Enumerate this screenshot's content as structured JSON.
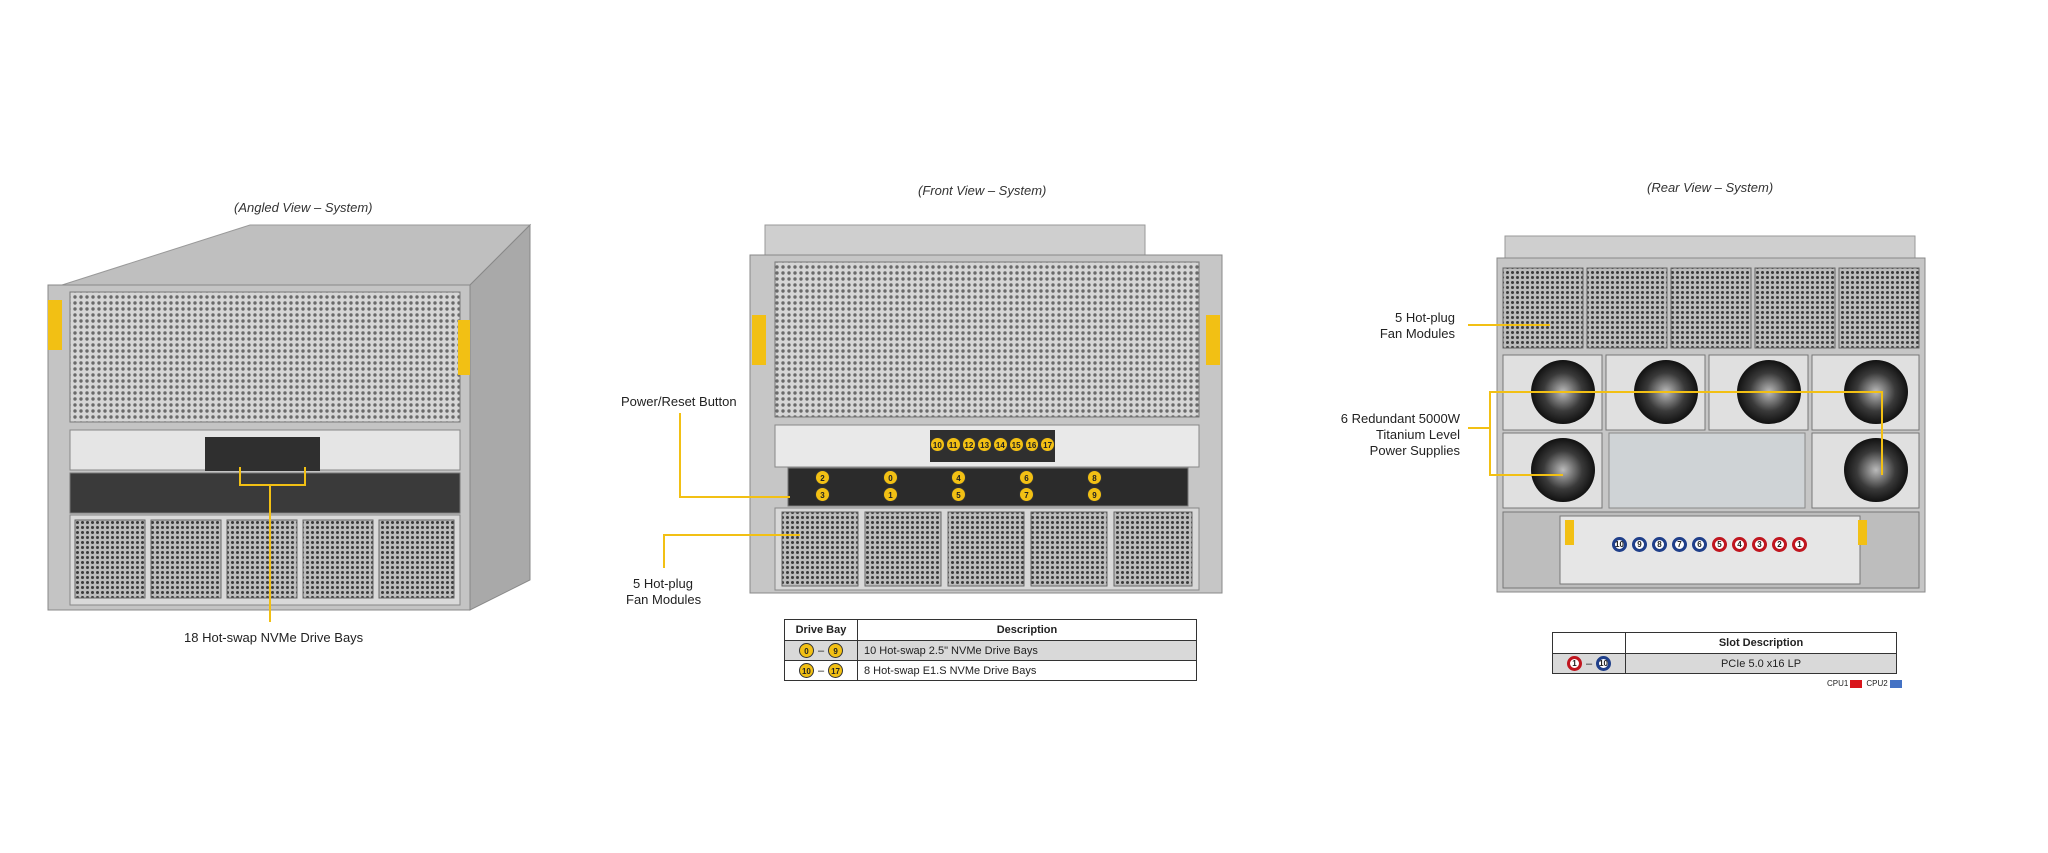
{
  "angled": {
    "caption": "(Angled View – System)",
    "callout_drives": "18 Hot-swap NVMe Drive Bays"
  },
  "front": {
    "caption": "(Front View – System)",
    "callout_power": "Power/Reset Button",
    "callout_fans_line1": "5 Hot-plug",
    "callout_fans_line2": "Fan Modules",
    "top_bay_labels": [
      "10",
      "11",
      "12",
      "13",
      "14",
      "15",
      "16",
      "17"
    ],
    "lower_bay_labels": [
      "2",
      "0",
      "4",
      "6",
      "8",
      "3",
      "1",
      "5",
      "7",
      "9"
    ],
    "table": {
      "col1": "Drive Bay",
      "col2": "Description",
      "rows": [
        {
          "from": "0",
          "to": "9",
          "desc": "10 Hot-swap 2.5\" NVMe Drive Bays"
        },
        {
          "from": "10",
          "to": "17",
          "desc": "8 Hot-swap E1.S NVMe Drive Bays"
        }
      ]
    }
  },
  "rear": {
    "caption": "(Rear View – System)",
    "callout_fans_line1": "5 Hot-plug",
    "callout_fans_line2": "Fan Modules",
    "callout_psu_line1": "6 Redundant 5000W",
    "callout_psu_line2": "Titanium Level",
    "callout_psu_line3": "Power Supplies",
    "slot_labels": [
      "10",
      "9",
      "8",
      "7",
      "6",
      "5",
      "4",
      "3",
      "2",
      "1"
    ],
    "table": {
      "col1": "",
      "col2": "Slot Description",
      "rows": [
        {
          "from": "1",
          "to": "10",
          "desc": "PCIe 5.0 x16 LP"
        }
      ]
    },
    "legend_cpu1": "CPU1",
    "legend_cpu2": "CPU2"
  },
  "colors": {
    "callout_line": "#f2c014",
    "cpu1": "#d9151b",
    "cpu2": "#4472c4",
    "chassis": "#c9c9c9"
  }
}
